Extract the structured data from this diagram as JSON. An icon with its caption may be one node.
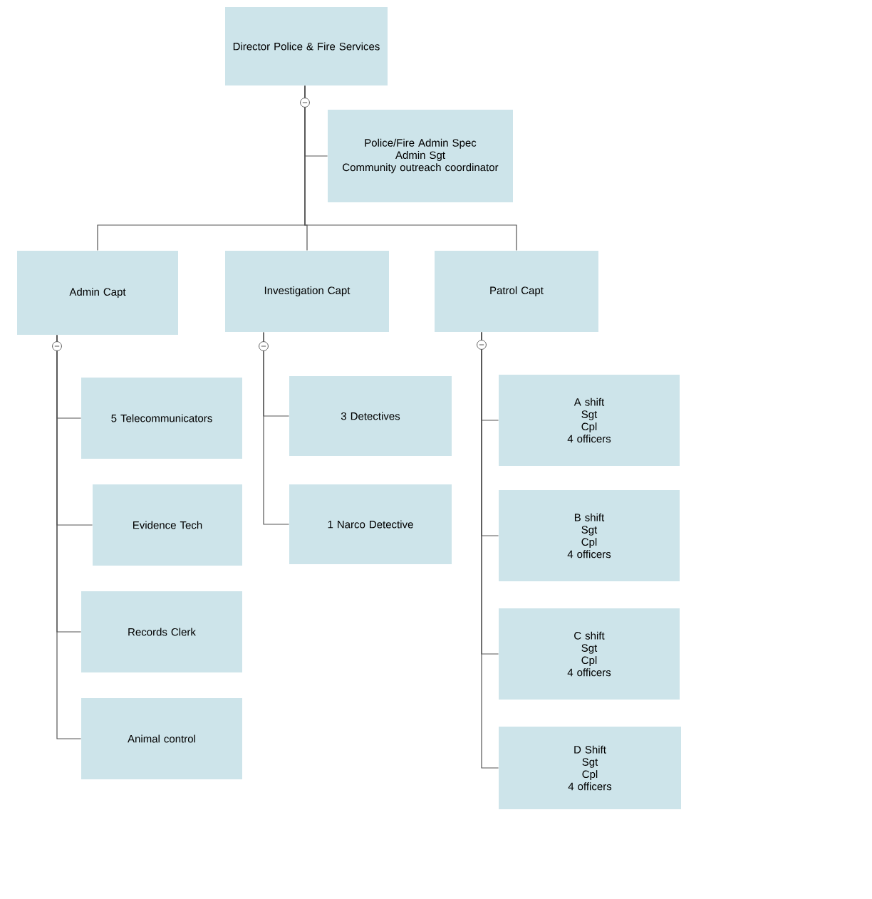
{
  "diagram": {
    "nodes": [
      {
        "text": [
          "Director Police & Fire Services"
        ]
      },
      {
        "text": [
          "Police/Fire Admin Spec",
          "Admin Sgt",
          "Community outreach coordinator"
        ]
      },
      {
        "text": [
          "Admin Capt"
        ]
      },
      {
        "text": [
          "Investigation Capt"
        ]
      },
      {
        "text": [
          "Patrol Capt"
        ]
      },
      {
        "text": [
          "5 Telecommunicators"
        ]
      },
      {
        "text": [
          "Evidence Tech"
        ]
      },
      {
        "text": [
          "Records Clerk"
        ]
      },
      {
        "text": [
          "Animal control"
        ]
      },
      {
        "text": [
          "3 Detectives"
        ]
      },
      {
        "text": [
          "1 Narco Detective"
        ]
      },
      {
        "text": [
          "A shift",
          "Sgt",
          "Cpl",
          "4 officers"
        ]
      },
      {
        "text": [
          "B shift",
          "Sgt",
          "Cpl",
          "4 officers"
        ]
      },
      {
        "text": [
          "C shift",
          "Sgt",
          "Cpl",
          "4 officers"
        ]
      },
      {
        "text": [
          "D Shift",
          "Sgt",
          "Cpl",
          "4 officers"
        ]
      }
    ],
    "edges": [
      {
        "from": 0,
        "to": 1,
        "arrow": "none"
      },
      {
        "from": 0,
        "to": 2,
        "arrow": "none"
      },
      {
        "from": 0,
        "to": 3,
        "arrow": "none"
      },
      {
        "from": 0,
        "to": 4,
        "arrow": "none"
      },
      {
        "from": 2,
        "to": 5,
        "arrow": "none"
      },
      {
        "from": 2,
        "to": 6,
        "arrow": "none"
      },
      {
        "from": 2,
        "to": 7,
        "arrow": "none"
      },
      {
        "from": 2,
        "to": 8,
        "arrow": "none"
      },
      {
        "from": 3,
        "to": 9,
        "arrow": "none"
      },
      {
        "from": 3,
        "to": 10,
        "arrow": "none"
      },
      {
        "from": 4,
        "to": 11,
        "arrow": "none"
      },
      {
        "from": 4,
        "to": 12,
        "arrow": "none"
      },
      {
        "from": 4,
        "to": 13,
        "arrow": "none"
      },
      {
        "from": 4,
        "to": 14,
        "arrow": "none"
      }
    ]
  }
}
